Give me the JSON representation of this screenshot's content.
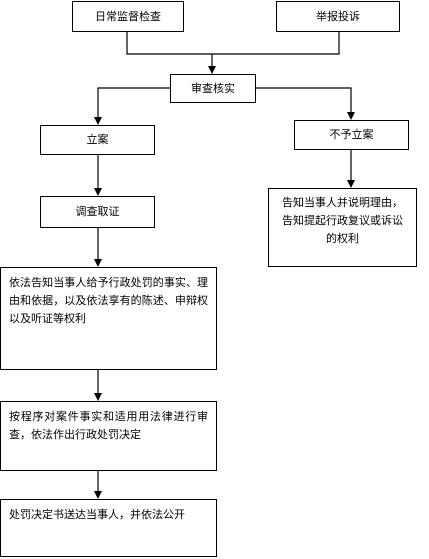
{
  "flowchart": {
    "nodes": {
      "daily_supervision": "日常监督检查",
      "report_complaint": "举报投诉",
      "review_verify": "审查核实",
      "file_case": "立案",
      "no_file_case": "不予立案",
      "investigate": "调查取证",
      "notify_rights": "告知当事人并说明理由，告知提起行政复议或诉讼的权利",
      "notify_penalty": "依法告知当事人给予行政处罚的事实、理由和依据，以及依法享有的陈述、申辩权以及听证等权利",
      "review_decide": "按程序对案件事实和适用用法律进行审查，依法作出行政处罚决定",
      "deliver_decision": "处罚决定书送达当事人，并依法公开"
    },
    "edges": [
      {
        "from": "daily_supervision",
        "to": "review_verify"
      },
      {
        "from": "report_complaint",
        "to": "review_verify"
      },
      {
        "from": "review_verify",
        "to": "file_case"
      },
      {
        "from": "review_verify",
        "to": "no_file_case"
      },
      {
        "from": "file_case",
        "to": "investigate"
      },
      {
        "from": "no_file_case",
        "to": "notify_rights"
      },
      {
        "from": "investigate",
        "to": "notify_penalty"
      },
      {
        "from": "notify_penalty",
        "to": "review_decide"
      },
      {
        "from": "review_decide",
        "to": "deliver_decision"
      }
    ]
  }
}
